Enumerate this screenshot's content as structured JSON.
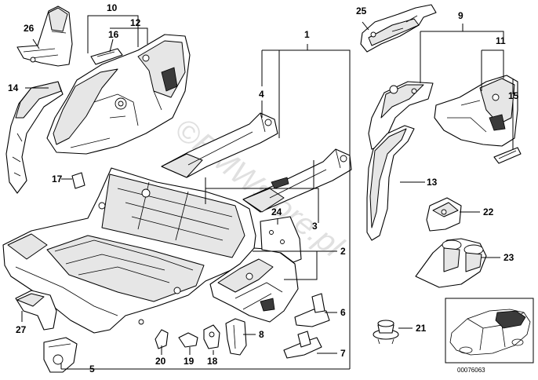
{
  "watermark": "©BMWstore.pl",
  "diagram_id": "00076063",
  "callouts": {
    "n1": "1",
    "n2": "2",
    "n3": "3",
    "n4": "4",
    "n5": "5",
    "n6": "6",
    "n7": "7",
    "n8": "8",
    "n9": "9",
    "n10": "10",
    "n11": "11",
    "n12": "12",
    "n13": "13",
    "n14": "14",
    "n15": "15",
    "n16": "16",
    "n17": "17",
    "n18": "18",
    "n19": "19",
    "n20": "20",
    "n21": "21",
    "n22": "22",
    "n23": "23",
    "n24": "24",
    "n25": "25",
    "n26": "26",
    "n27": "27"
  }
}
